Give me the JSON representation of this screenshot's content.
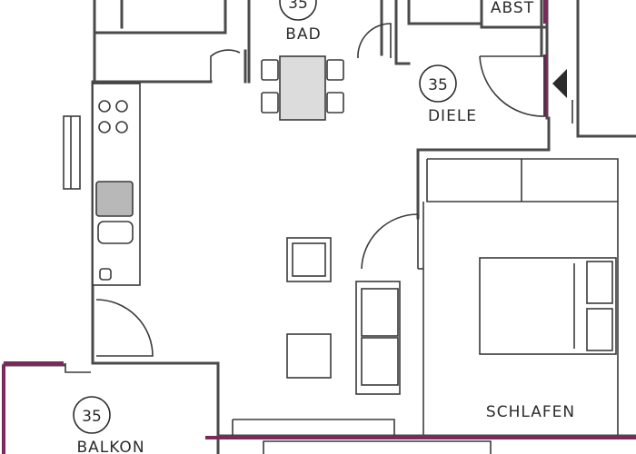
{
  "colors": {
    "wall": "#4a4a4a",
    "accent": "#7a2a5a",
    "table_fill": "#dcdcdc",
    "sink_fill": "#b8b8b8"
  },
  "rooms": {
    "bad": {
      "label": "BAD",
      "number": "35"
    },
    "abst": {
      "label": "ABST"
    },
    "diele": {
      "label": "DIELE",
      "number": "35"
    },
    "schlafen": {
      "label": "SCHLAFEN"
    },
    "balkon": {
      "label": "BALKON",
      "number": "35"
    }
  },
  "icons": [
    "door-swing-icon",
    "entry-arrow-icon",
    "stove-icon",
    "sink-icon"
  ]
}
